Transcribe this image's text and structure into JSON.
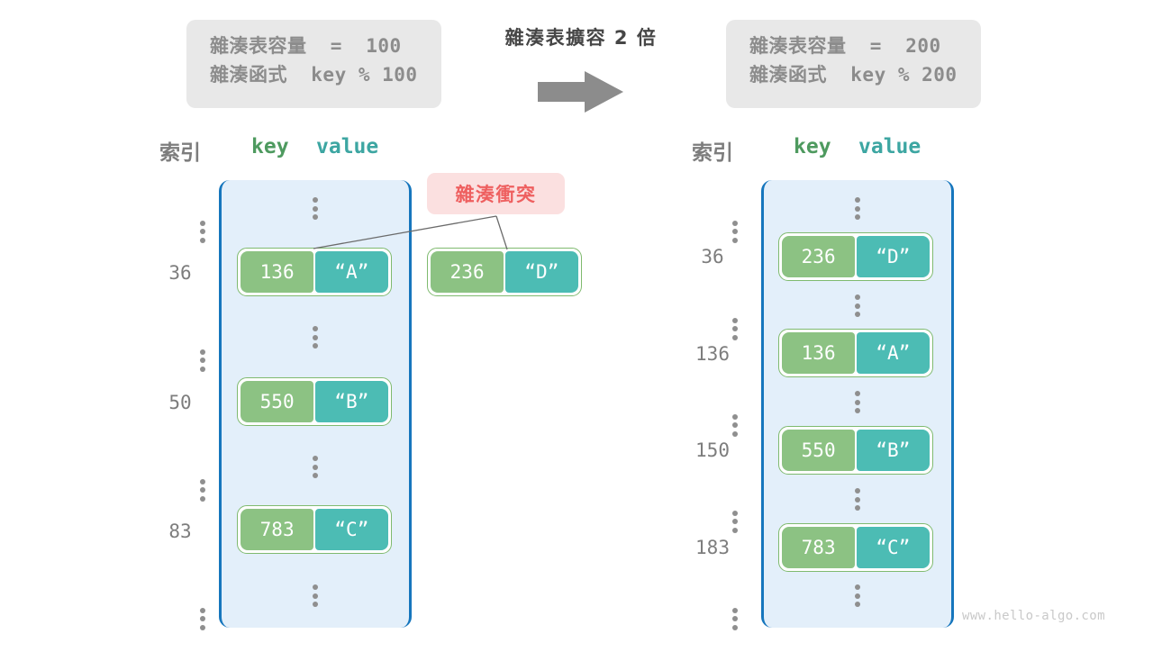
{
  "diagram": {
    "title_note": "hash table resize diagram",
    "watermark": "www.hello-algo.com",
    "transition": {
      "label": "雜湊表擴容 2 倍",
      "arrow_icon": "right-arrow-icon",
      "arrow_color": "#8c8c8c"
    },
    "colors": {
      "key_box": "#8cc283",
      "value_box": "#4cbcb4",
      "container_fill": "#e3effa",
      "container_border": "#1676bd",
      "collision_badge_bg": "#fbe0e0",
      "collision_badge_text": "#ee5f5f",
      "info_box_bg": "#e8e8e8",
      "index_text": "#7d7d7d",
      "key_header": "#4e9a5f",
      "value_header": "#3da6a2"
    },
    "collision_badge": "雜湊衝突"
  },
  "info_left": {
    "line1": "雜湊表容量  =  100",
    "line2": "雜湊函式  key % 100"
  },
  "info_right": {
    "line1": "雜湊表容量  =  200",
    "line2": "雜湊函式  key % 200"
  },
  "left_table": {
    "header_index": "索引",
    "header_key": "key",
    "header_value": "value",
    "capacity": 100,
    "hash_function": "key % 100",
    "rows": [
      {
        "type": "ellipsis",
        "index": "⋮"
      },
      {
        "type": "entry",
        "index": "36",
        "key": "136",
        "value": "“A”"
      },
      {
        "type": "ellipsis",
        "index": "⋮"
      },
      {
        "type": "entry",
        "index": "50",
        "key": "550",
        "value": "“B”"
      },
      {
        "type": "ellipsis",
        "index": "⋮"
      },
      {
        "type": "entry",
        "index": "83",
        "key": "783",
        "value": "“C”"
      },
      {
        "type": "ellipsis",
        "index": "⋮"
      }
    ],
    "collided_entry": {
      "key": "236",
      "value": "“D”"
    }
  },
  "right_table": {
    "header_index": "索引",
    "header_key": "key",
    "header_value": "value",
    "capacity": 200,
    "hash_function": "key % 200",
    "rows": [
      {
        "type": "ellipsis",
        "index": "⋮"
      },
      {
        "type": "entry",
        "index": "36",
        "key": "236",
        "value": "“D”"
      },
      {
        "type": "ellipsis",
        "index": "⋮"
      },
      {
        "type": "entry",
        "index": "136",
        "key": "136",
        "value": "“A”"
      },
      {
        "type": "ellipsis",
        "index": "⋮"
      },
      {
        "type": "entry",
        "index": "150",
        "key": "550",
        "value": "“B”"
      },
      {
        "type": "ellipsis",
        "index": "⋮"
      },
      {
        "type": "entry",
        "index": "183",
        "key": "783",
        "value": "“C”"
      },
      {
        "type": "ellipsis",
        "index": "⋮"
      }
    ]
  }
}
